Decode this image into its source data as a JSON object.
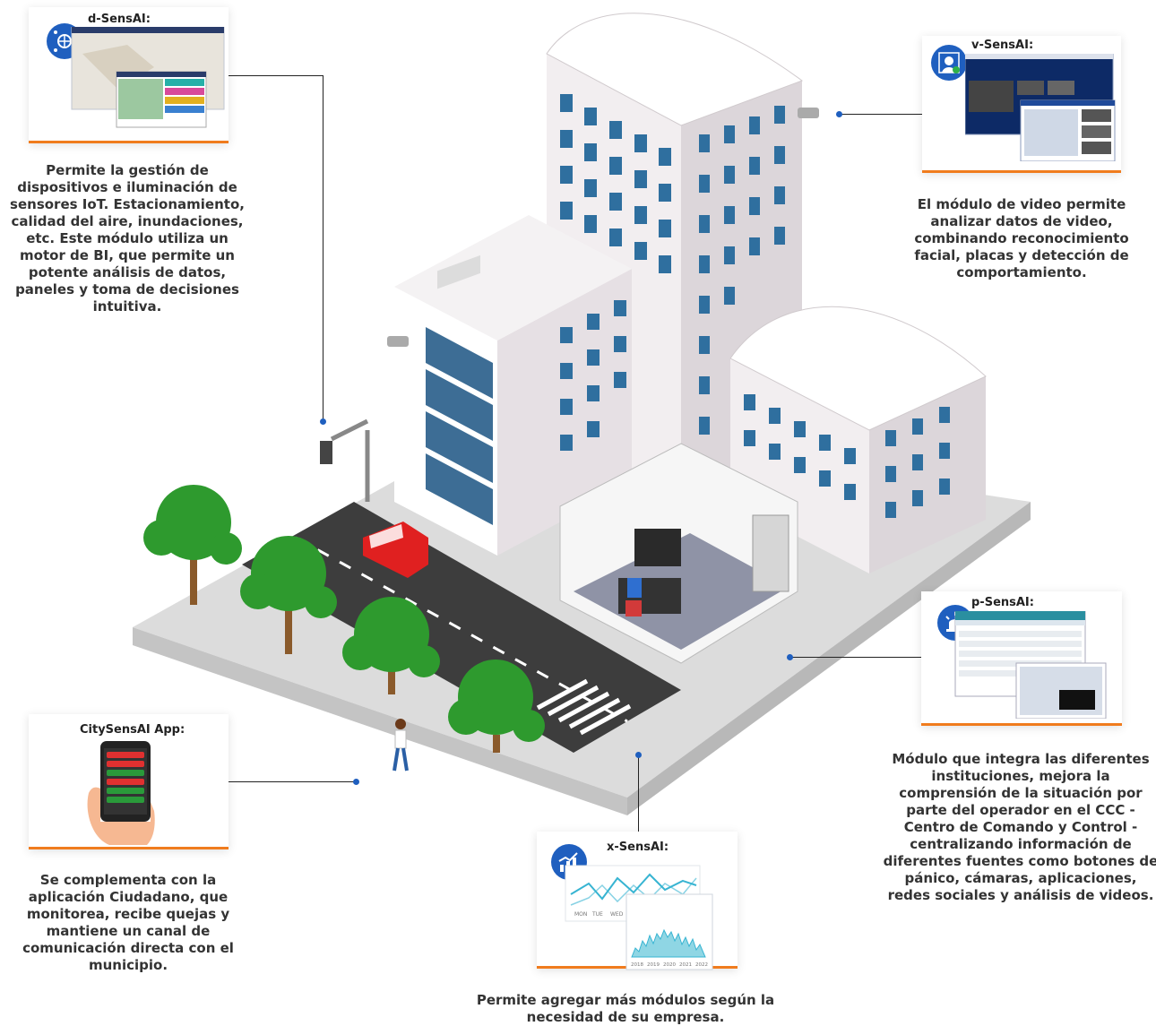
{
  "cards": {
    "d": {
      "title": "d-SensAI:",
      "icon": "network-globe-icon",
      "description": "Permite la gestión de dispositivos e iluminación de sensores IoT. Estacionamiento, calidad del aire, inundaciones, etc. Este módulo utiliza un motor de BI, que permite un potente análisis de datos, paneles y toma de decisiones intuitiva."
    },
    "v": {
      "title": "v-SensAI:",
      "icon": "face-recognition-icon",
      "description": "El módulo de video permite analizar datos de video, combinando reconocimiento facial, placas y detección de comportamiento."
    },
    "p": {
      "title": "p-SensAI:",
      "icon": "siren-icon",
      "description": "Módulo que integra las diferentes instituciones, mejora la comprensión de la situación por parte del operador en el CCC - Centro de Comando y Control - centralizando información de diferentes fuentes como botones de pánico, cámaras, aplicaciones, redes sociales y análisis de videos."
    },
    "app": {
      "title": "CitySensAI App:",
      "icon": "smartphone-icon",
      "description": "Se complementa con la aplicación Ciudadano, que monitorea, recibe quejas y mantiene un canal de comunicación directa con el municipio."
    },
    "x": {
      "title": "x-SensAI:",
      "icon": "trend-chart-icon",
      "description": "Permite agregar más módulos según la necesidad de su empresa.",
      "chart_days": [
        "MON",
        "TUE",
        "WED"
      ],
      "chart_years": [
        "2018",
        "2019",
        "2020",
        "2021",
        "2022"
      ]
    }
  },
  "colors": {
    "accent": "#f07c1e",
    "brand": "#1f5fbf",
    "connector": "#222222"
  }
}
